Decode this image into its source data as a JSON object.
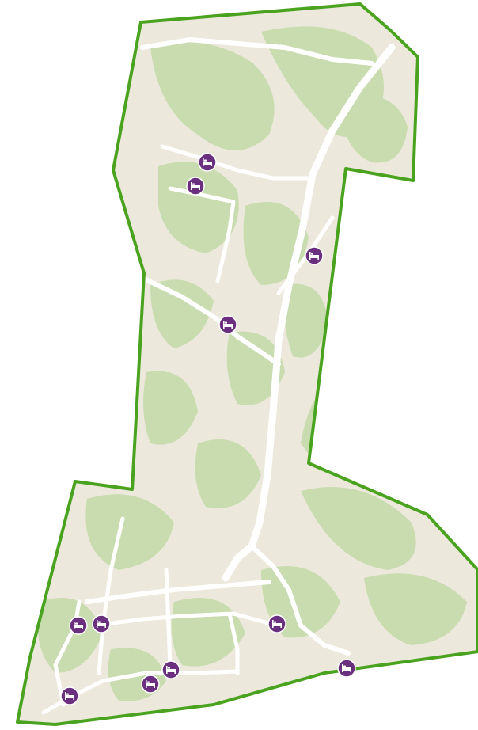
{
  "map": {
    "colors": {
      "boundary": "#4aa31f",
      "land": "#ece9dc",
      "vegetation": "#c9dcb0",
      "road": "#ffffff",
      "marker_fill": "#6a2f7f",
      "marker_ring": "#ffffff"
    },
    "marker_icon": "bed-icon",
    "markers": [
      {
        "id": "lodging-1",
        "icon": "bed-icon"
      },
      {
        "id": "lodging-2",
        "icon": "bed-icon"
      },
      {
        "id": "lodging-3",
        "icon": "bed-icon"
      },
      {
        "id": "lodging-4",
        "icon": "bed-icon"
      },
      {
        "id": "lodging-5",
        "icon": "bed-icon"
      },
      {
        "id": "lodging-6",
        "icon": "bed-icon"
      },
      {
        "id": "lodging-7",
        "icon": "bed-icon"
      },
      {
        "id": "lodging-8",
        "icon": "bed-icon"
      },
      {
        "id": "lodging-9",
        "icon": "bed-icon"
      },
      {
        "id": "lodging-10",
        "icon": "bed-icon"
      },
      {
        "id": "lodging-11",
        "icon": "bed-icon"
      },
      {
        "id": "lodging-12",
        "icon": "bed-icon"
      }
    ]
  }
}
